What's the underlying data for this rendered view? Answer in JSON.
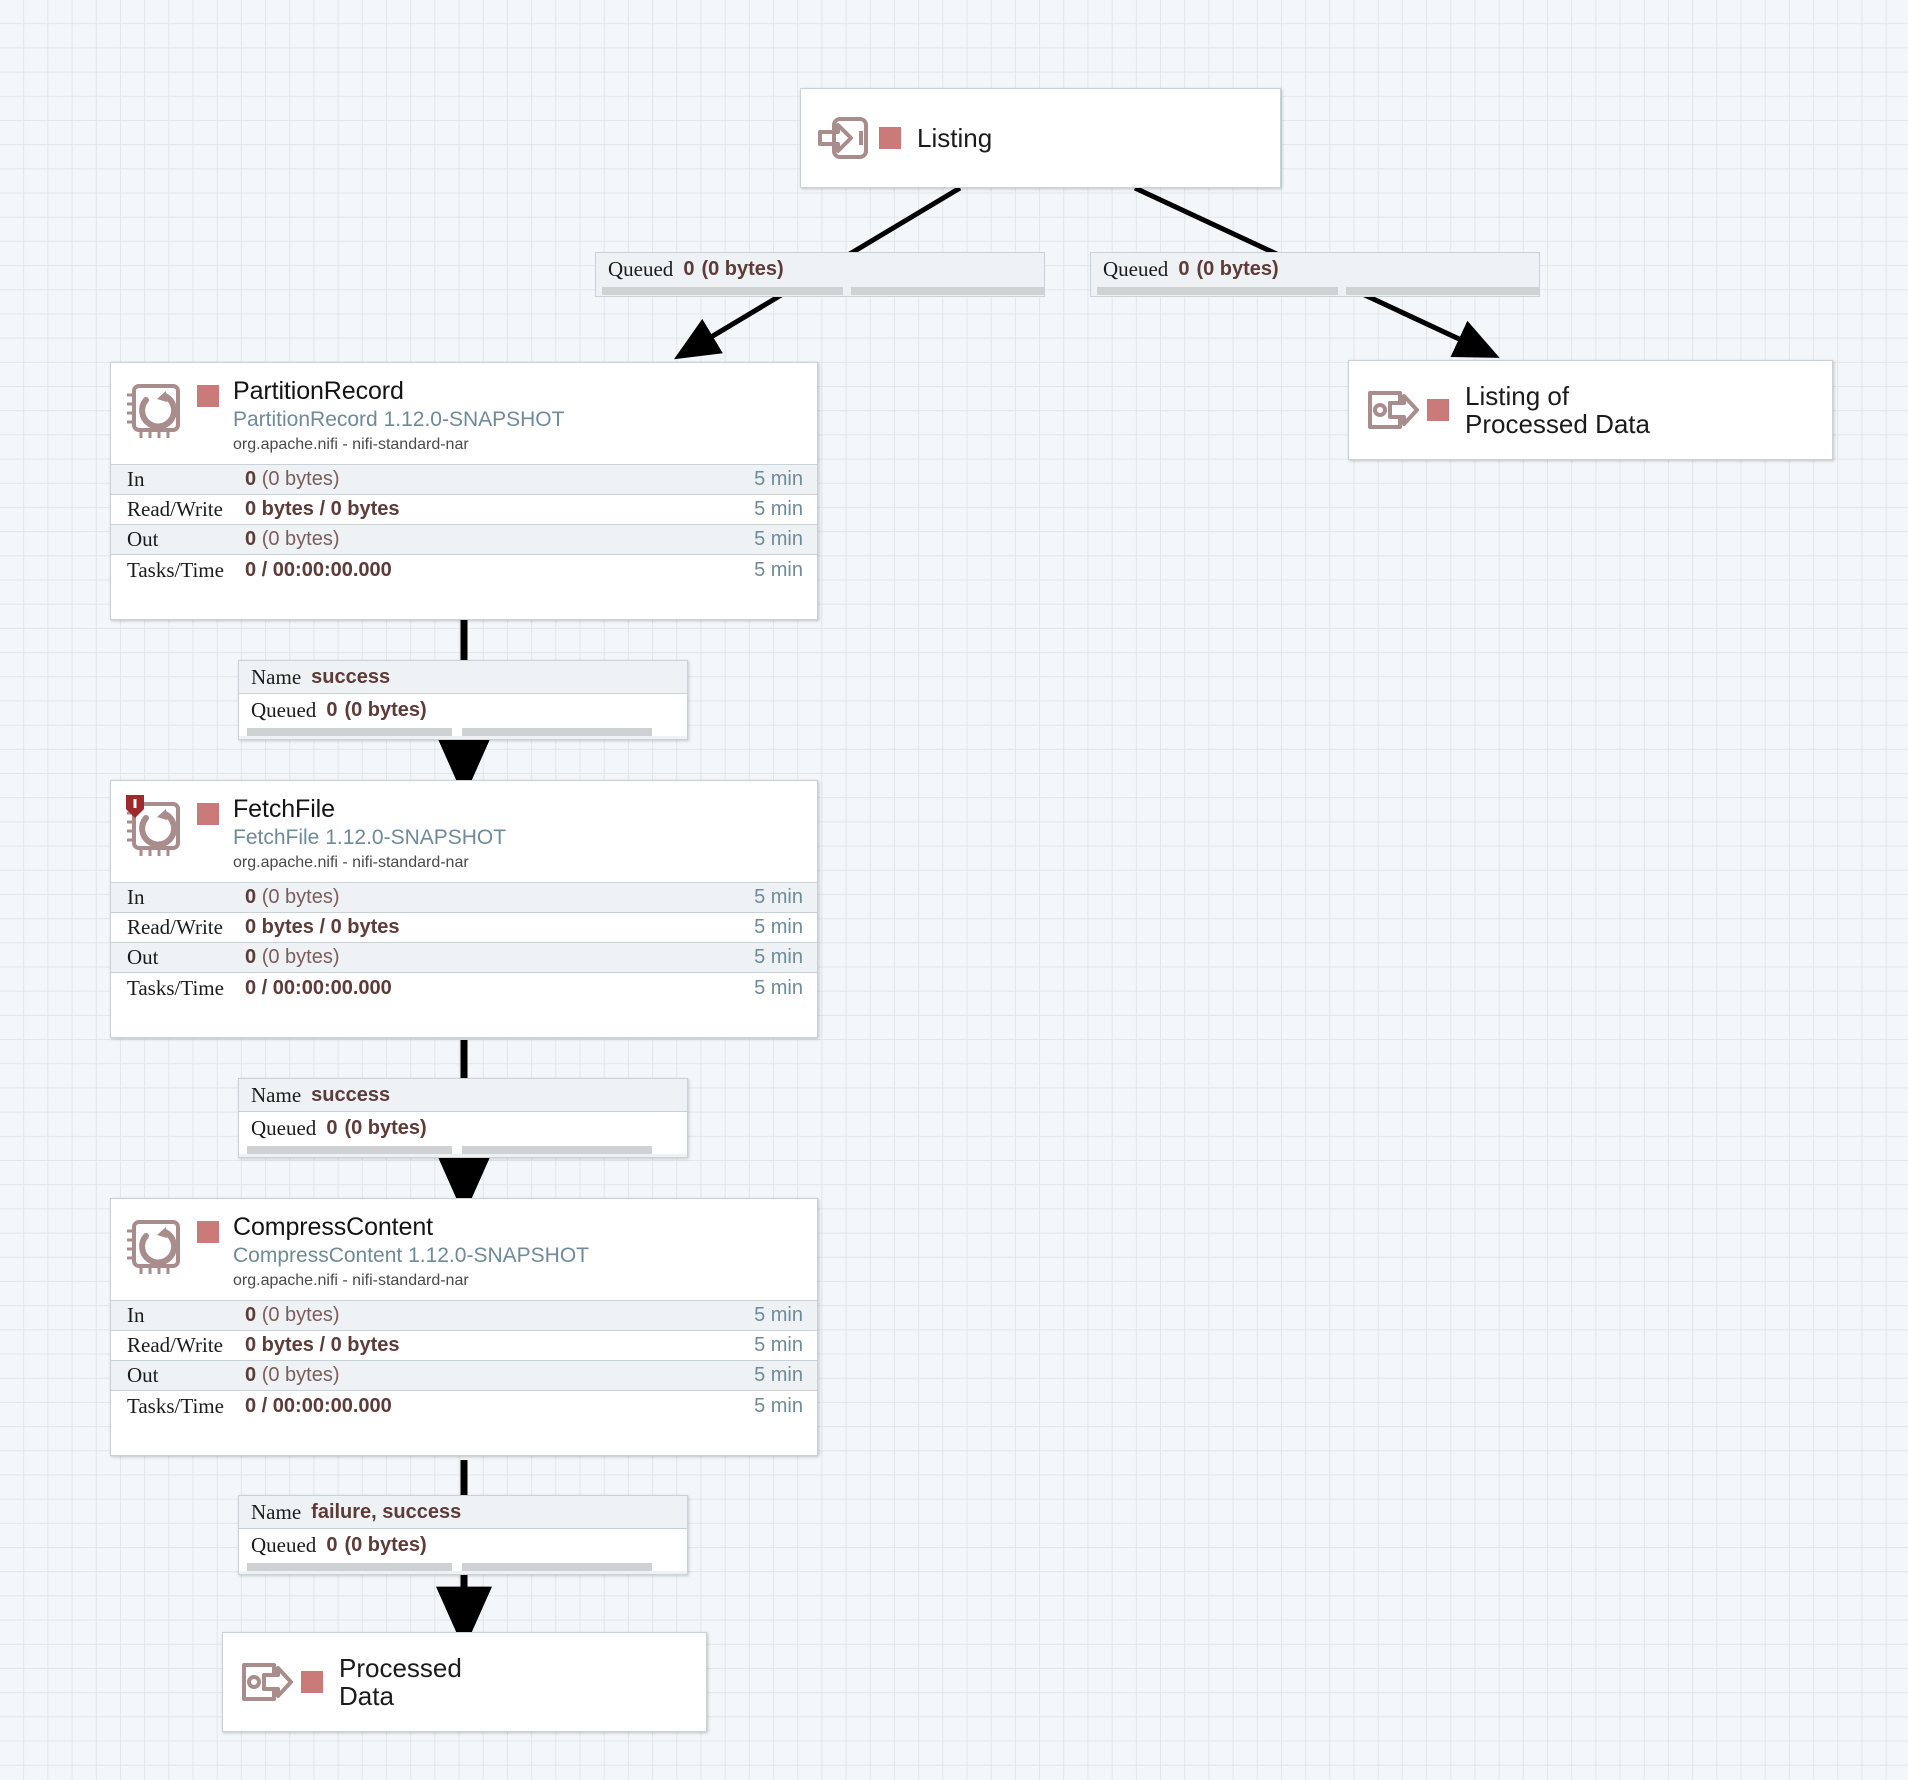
{
  "canvas": {
    "background_color": "#f4f7f9",
    "grid_color": "#dfe7e9",
    "accent_color": "#ca7a78",
    "type_color": "#6f8a99",
    "value_color": "#5d3b39"
  },
  "nodes": {
    "listing_input_port": {
      "label": "Listing",
      "icon": "input-port-icon",
      "status_color": "#ca7a78"
    },
    "listing_of_processed_data_port": {
      "label": "Listing of\nProcessed Data",
      "icon": "output-port-icon",
      "status_color": "#ca7a78"
    },
    "processed_data_port": {
      "label": "Processed\nData",
      "icon": "output-port-icon",
      "status_color": "#ca7a78"
    }
  },
  "processors": [
    {
      "id": "partitionrecord",
      "name": "PartitionRecord",
      "type": "PartitionRecord 1.12.0-SNAPSHOT",
      "bundle": "org.apache.nifi - nifi-standard-nar",
      "has_bulletin": false,
      "stats": [
        {
          "label": "In",
          "value": "0",
          "suffix": "(0 bytes)",
          "time": "5 min"
        },
        {
          "label": "Read/Write",
          "value": "0 bytes / 0 bytes",
          "suffix": "",
          "time": "5 min"
        },
        {
          "label": "Out",
          "value": "0",
          "suffix": "(0 bytes)",
          "time": "5 min"
        },
        {
          "label": "Tasks/Time",
          "value": "0 / 00:00:00.000",
          "suffix": "",
          "time": "5 min"
        }
      ]
    },
    {
      "id": "fetchfile",
      "name": "FetchFile",
      "type": "FetchFile 1.12.0-SNAPSHOT",
      "bundle": "org.apache.nifi - nifi-standard-nar",
      "has_bulletin": true,
      "stats": [
        {
          "label": "In",
          "value": "0",
          "suffix": "(0 bytes)",
          "time": "5 min"
        },
        {
          "label": "Read/Write",
          "value": "0 bytes / 0 bytes",
          "suffix": "",
          "time": "5 min"
        },
        {
          "label": "Out",
          "value": "0",
          "suffix": "(0 bytes)",
          "time": "5 min"
        },
        {
          "label": "Tasks/Time",
          "value": "0 / 00:00:00.000",
          "suffix": "",
          "time": "5 min"
        }
      ]
    },
    {
      "id": "compresscontent",
      "name": "CompressContent",
      "type": "CompressContent 1.12.0-SNAPSHOT",
      "bundle": "org.apache.nifi - nifi-standard-nar",
      "has_bulletin": false,
      "stats": [
        {
          "label": "In",
          "value": "0",
          "suffix": "(0 bytes)",
          "time": "5 min"
        },
        {
          "label": "Read/Write",
          "value": "0 bytes / 0 bytes",
          "suffix": "",
          "time": "5 min"
        },
        {
          "label": "Out",
          "value": "0",
          "suffix": "(0 bytes)",
          "time": "5 min"
        },
        {
          "label": "Tasks/Time",
          "value": "0 / 00:00:00.000",
          "suffix": "",
          "time": "5 min"
        }
      ]
    }
  ],
  "connections": [
    {
      "id": "listing-to-partitionrecord",
      "queued_key": "Queued",
      "queued_count": "0",
      "queued_bytes": "(0 bytes)"
    },
    {
      "id": "listing-to-listing-of-processed-data",
      "queued_key": "Queued",
      "queued_count": "0",
      "queued_bytes": "(0 bytes)"
    },
    {
      "id": "partitionrecord-to-fetchfile",
      "name_key": "Name",
      "name_value": "success",
      "queued_key": "Queued",
      "queued_count": "0",
      "queued_bytes": "(0 bytes)"
    },
    {
      "id": "fetchfile-to-compresscontent",
      "name_key": "Name",
      "name_value": "success",
      "queued_key": "Queued",
      "queued_count": "0",
      "queued_bytes": "(0 bytes)"
    },
    {
      "id": "compresscontent-to-processed-data",
      "name_key": "Name",
      "name_value": "failure, success",
      "queued_key": "Queued",
      "queued_count": "0",
      "queued_bytes": "(0 bytes)"
    }
  ]
}
